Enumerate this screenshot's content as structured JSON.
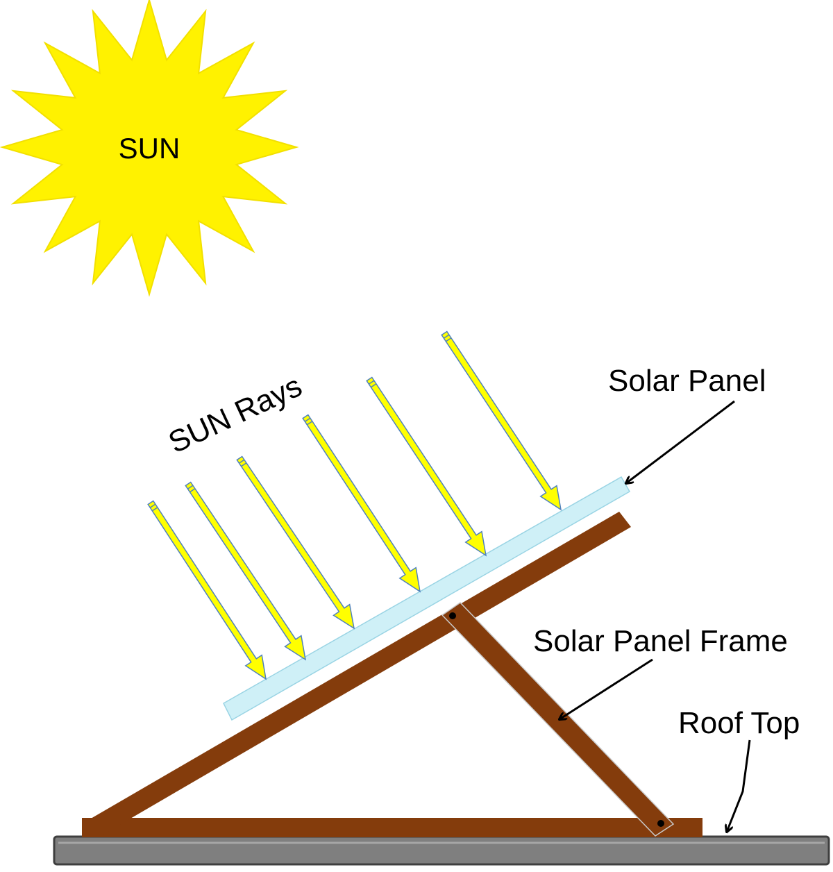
{
  "labels": {
    "sun": "SUN",
    "sun_rays": "SUN Rays",
    "solar_panel": "Solar Panel",
    "solar_panel_frame": "Solar Panel Frame",
    "roof_top": "Roof Top"
  },
  "colors": {
    "sun_fill": "#FFF200",
    "sun_stroke": "#F2E000",
    "ray_fill": "#FFFF00",
    "ray_stroke": "#4F81BD",
    "panel_fill": "#CFF0F7",
    "panel_stroke": "#9AD4E4",
    "frame_fill": "#843C0C",
    "roof_fill": "#7F7F7F",
    "roof_stroke": "#3F3F3F",
    "pointer": "#000000"
  },
  "icons": {
    "sun": "sun-icon",
    "ray": "arrow-down-right-icon",
    "pointer": "arrow-icon"
  }
}
